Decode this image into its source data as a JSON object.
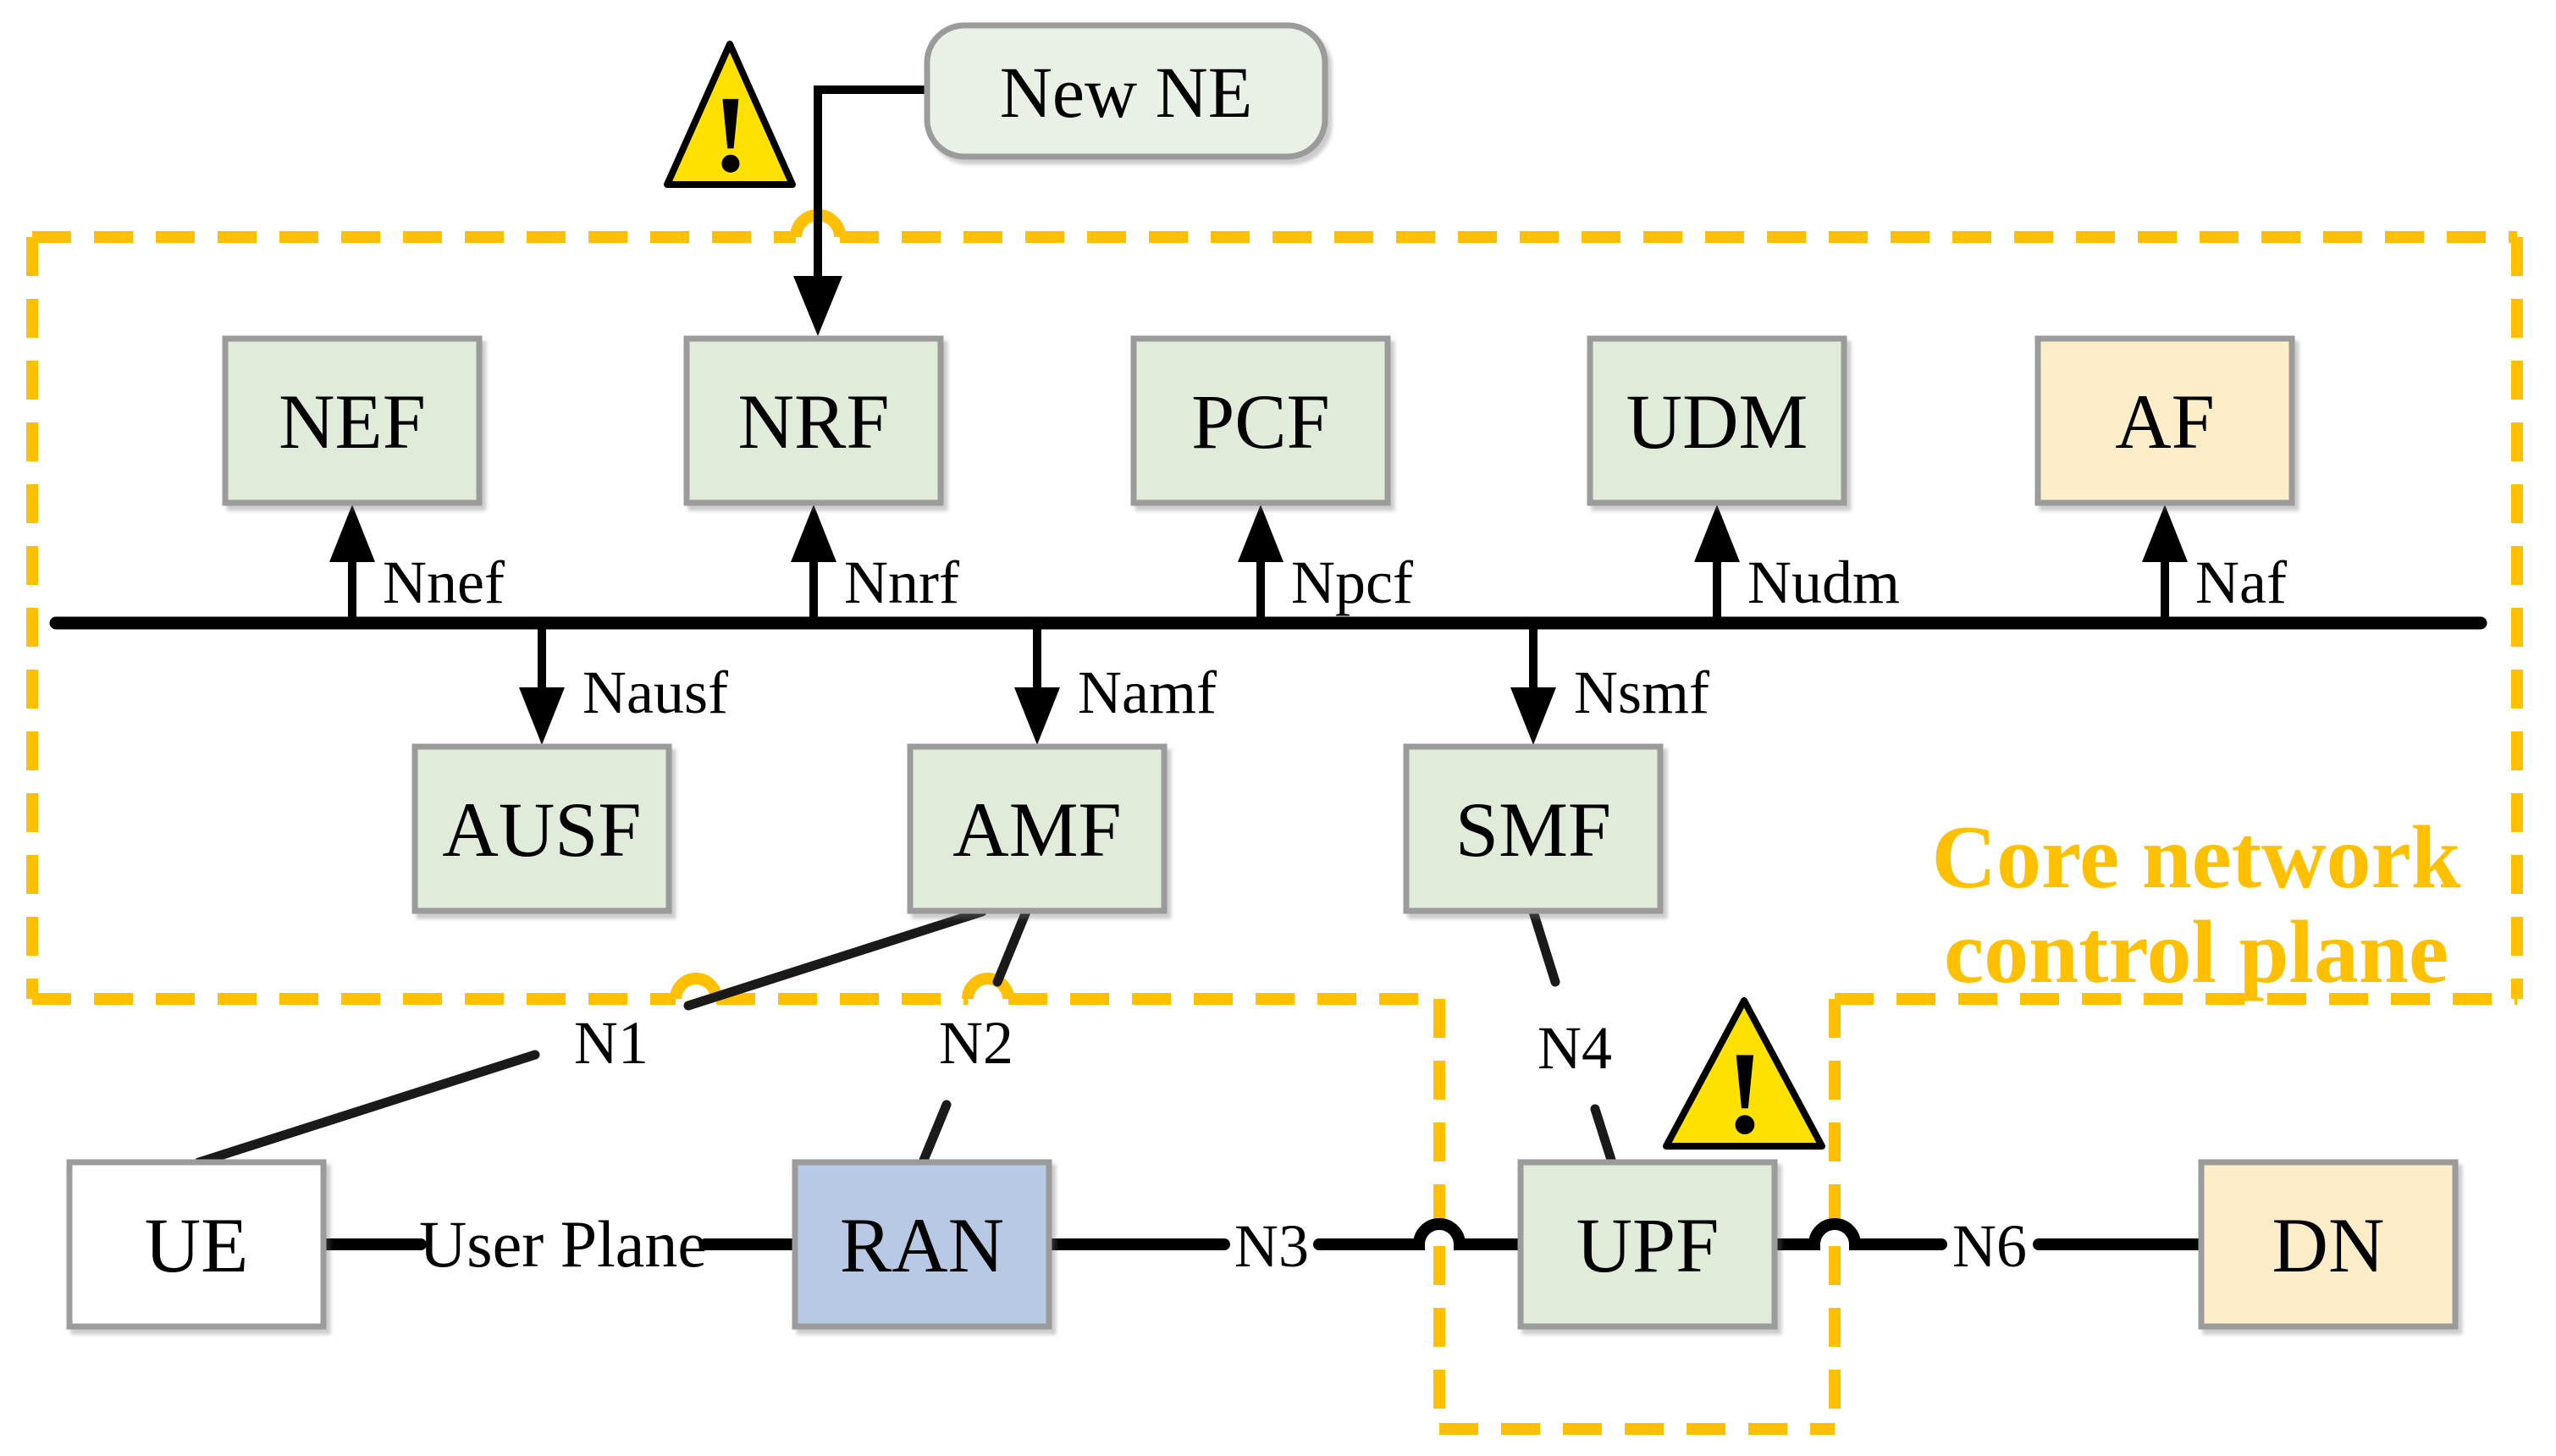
{
  "diagram": {
    "title_region": {
      "label_line1": "Core network",
      "label_line2": "control plane",
      "accent_color": "#ffc000"
    },
    "new_ne": {
      "label": "New NE"
    },
    "warning": {
      "glyph": "!",
      "fill_color": "#ffe100"
    },
    "nodes": {
      "nef": {
        "label": "NEF",
        "fill": "#e1ebd9"
      },
      "nrf": {
        "label": "NRF",
        "fill": "#e1ebd9"
      },
      "pcf": {
        "label": "PCF",
        "fill": "#e1ebd9"
      },
      "udm": {
        "label": "UDM",
        "fill": "#e1ebd9"
      },
      "af": {
        "label": "AF",
        "fill": "#fdeec9"
      },
      "ausf": {
        "label": "AUSF",
        "fill": "#e1ebd9"
      },
      "amf": {
        "label": "AMF",
        "fill": "#e1ebd9"
      },
      "smf": {
        "label": "SMF",
        "fill": "#e1ebd9"
      },
      "ue": {
        "label": "UE",
        "fill": "#ffffff"
      },
      "ran": {
        "label": "RAN",
        "fill": "#b7c9e5"
      },
      "upf": {
        "label": "UPF",
        "fill": "#e1ebd9"
      },
      "dn": {
        "label": "DN",
        "fill": "#fdeec9"
      }
    },
    "interfaces": {
      "nnef": "Nnef",
      "nnrf": "Nnrf",
      "npcf": "Npcf",
      "nudm": "Nudm",
      "naf": "Naf",
      "nausf": "Nausf",
      "namf": "Namf",
      "nsmf": "Nsmf",
      "n1": "N1",
      "n2": "N2",
      "n3": "N3",
      "n4": "N4",
      "n6": "N6",
      "user_plane": "User Plane"
    }
  }
}
